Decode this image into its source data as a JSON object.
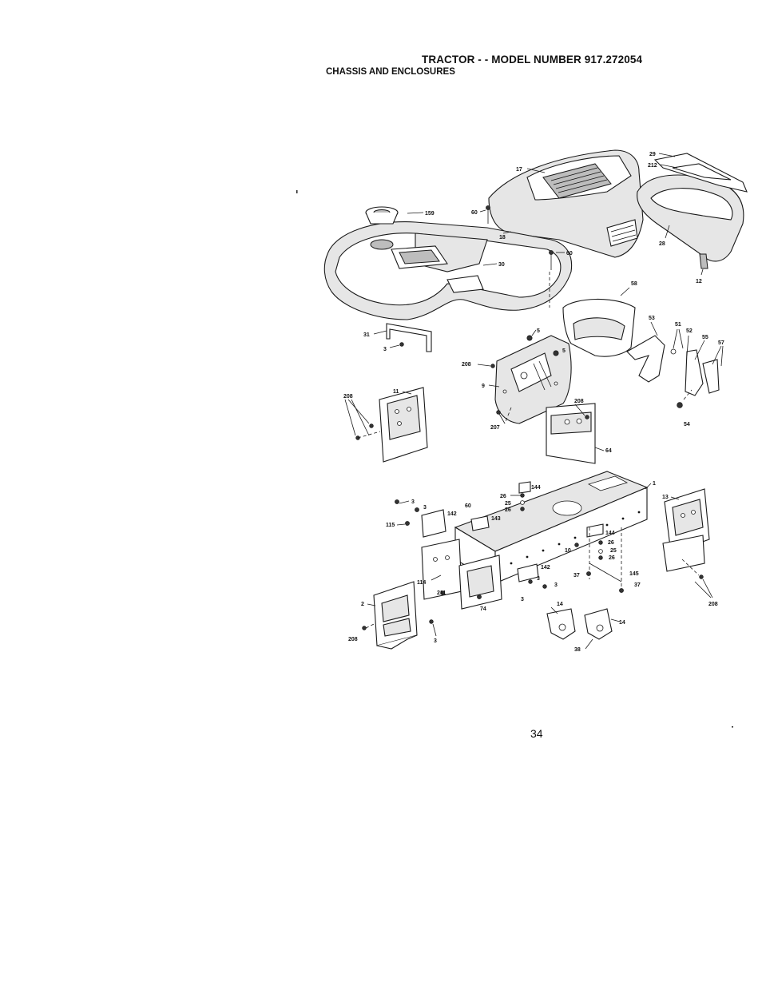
{
  "header": {
    "title": "TRACTOR - - MODEL NUMBER 917.272054",
    "subtitle": "CHASSIS AND ENCLOSURES"
  },
  "diagram": {
    "callouts": {
      "c17": "17",
      "c29": "29",
      "c212": "212",
      "c159": "159",
      "c60a": "60",
      "c18": "18",
      "c60b": "60",
      "c28": "28",
      "c30": "30",
      "c12": "12",
      "c58": "58",
      "c53": "53",
      "c51": "51",
      "c52": "52",
      "c55": "55",
      "c57": "57",
      "c5a": "5",
      "c5b": "5",
      "c31": "31",
      "c3a": "3",
      "c208a": "208",
      "c9": "9",
      "c208b": "208",
      "c207": "207",
      "c64": "64",
      "c54": "54",
      "c208c": "208",
      "c11": "11",
      "c3b": "3",
      "c26a": "26",
      "c144a": "144",
      "c25a": "25",
      "c26b": "26",
      "c60c": "60",
      "c3c": "3",
      "c142a": "142",
      "c143": "143",
      "c115": "115",
      "c1": "1",
      "c13": "13",
      "c144b": "144",
      "c26c": "26",
      "c10": "10",
      "c25b": "25",
      "c26d": "26",
      "c142b": "142",
      "c3d": "3",
      "c114": "114",
      "c3e": "3",
      "c37a": "37",
      "c145": "145",
      "c37b": "37",
      "c211": "211",
      "c3f": "3",
      "c74": "74",
      "c2": "2",
      "c208d": "208",
      "c14a": "14",
      "c14b": "14",
      "c38": "38",
      "c208e": "208",
      "c3g": "3"
    }
  },
  "footer": {
    "page_number": "34"
  }
}
